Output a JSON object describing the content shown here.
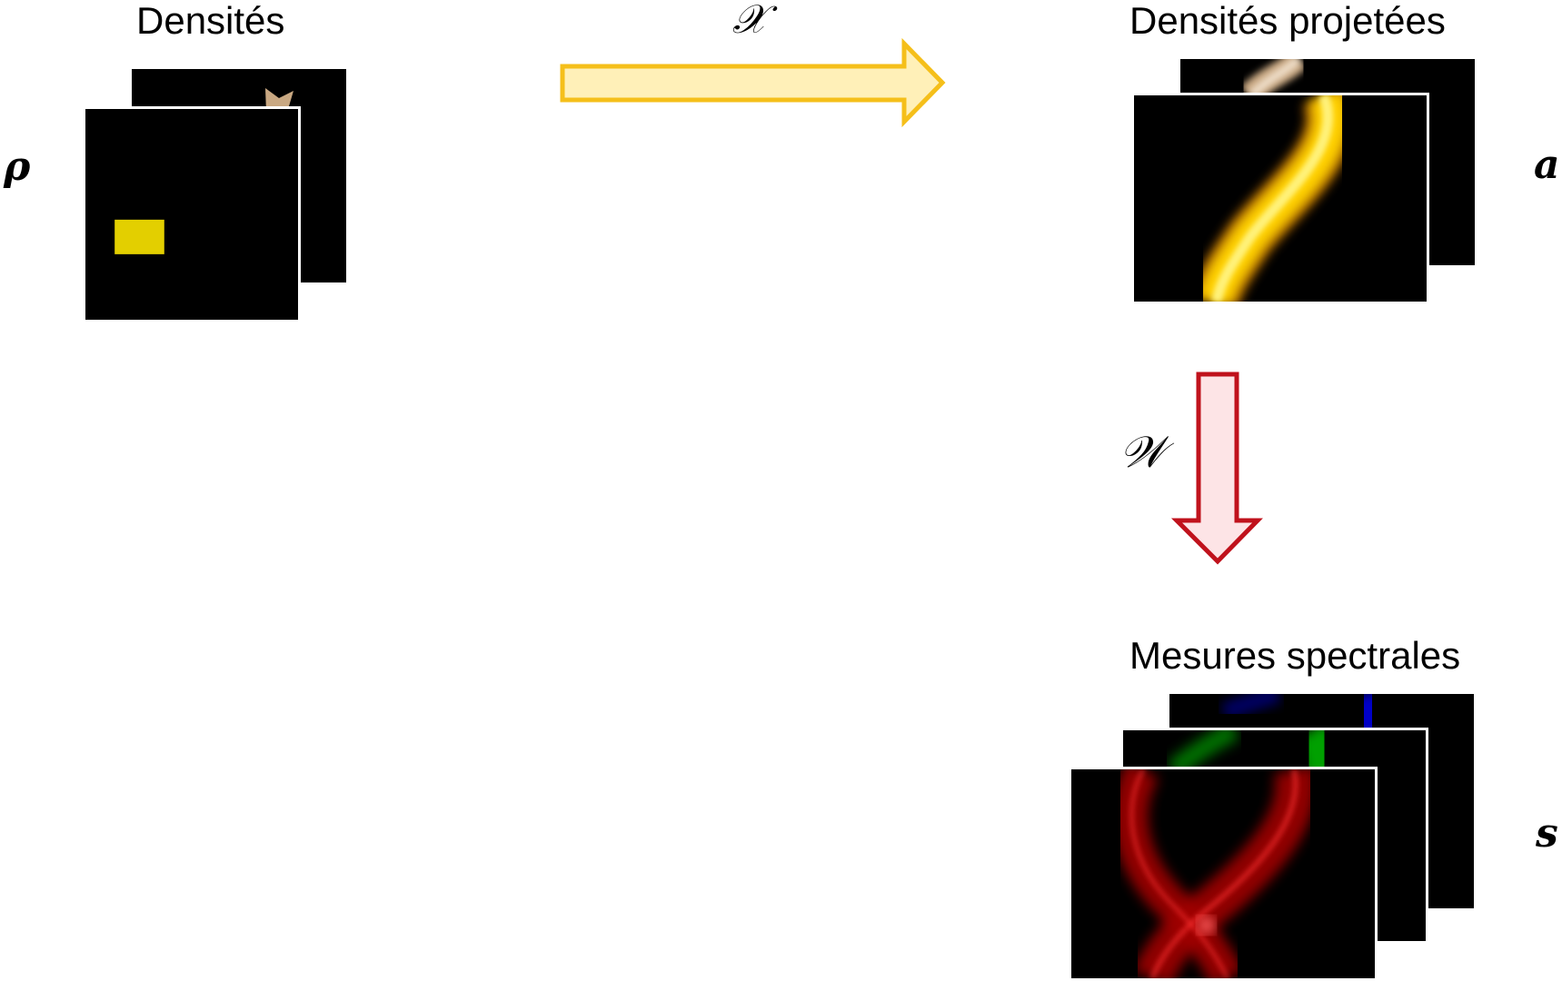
{
  "titles": {
    "densities": "Densités",
    "projected": "Densités projetées",
    "spectral": "Mesures spectrales"
  },
  "symbols": {
    "rho": "ρ",
    "a": "a",
    "s": "s",
    "projection_operator": "𝒳",
    "spectral_operator": "𝒲"
  },
  "colors": {
    "background": "#ffffff",
    "panel": "#000000",
    "yellow_material": "#e3cf00",
    "beige_material": "#c9a882",
    "projection_arrow_fill": "#fff0b8",
    "projection_arrow_stroke": "#f5bf1a",
    "spectral_arrow_fill": "#fde4e6",
    "spectral_arrow_stroke": "#c0121c",
    "red_channel": "#e00000",
    "green_channel": "#00a000",
    "blue_channel": "#0000c8"
  },
  "icons": {
    "projection_arrow": "right-arrow",
    "spectral_arrow": "down-arrow",
    "star_shape": "star-icon",
    "rectangle_shape": "rectangle-icon"
  }
}
